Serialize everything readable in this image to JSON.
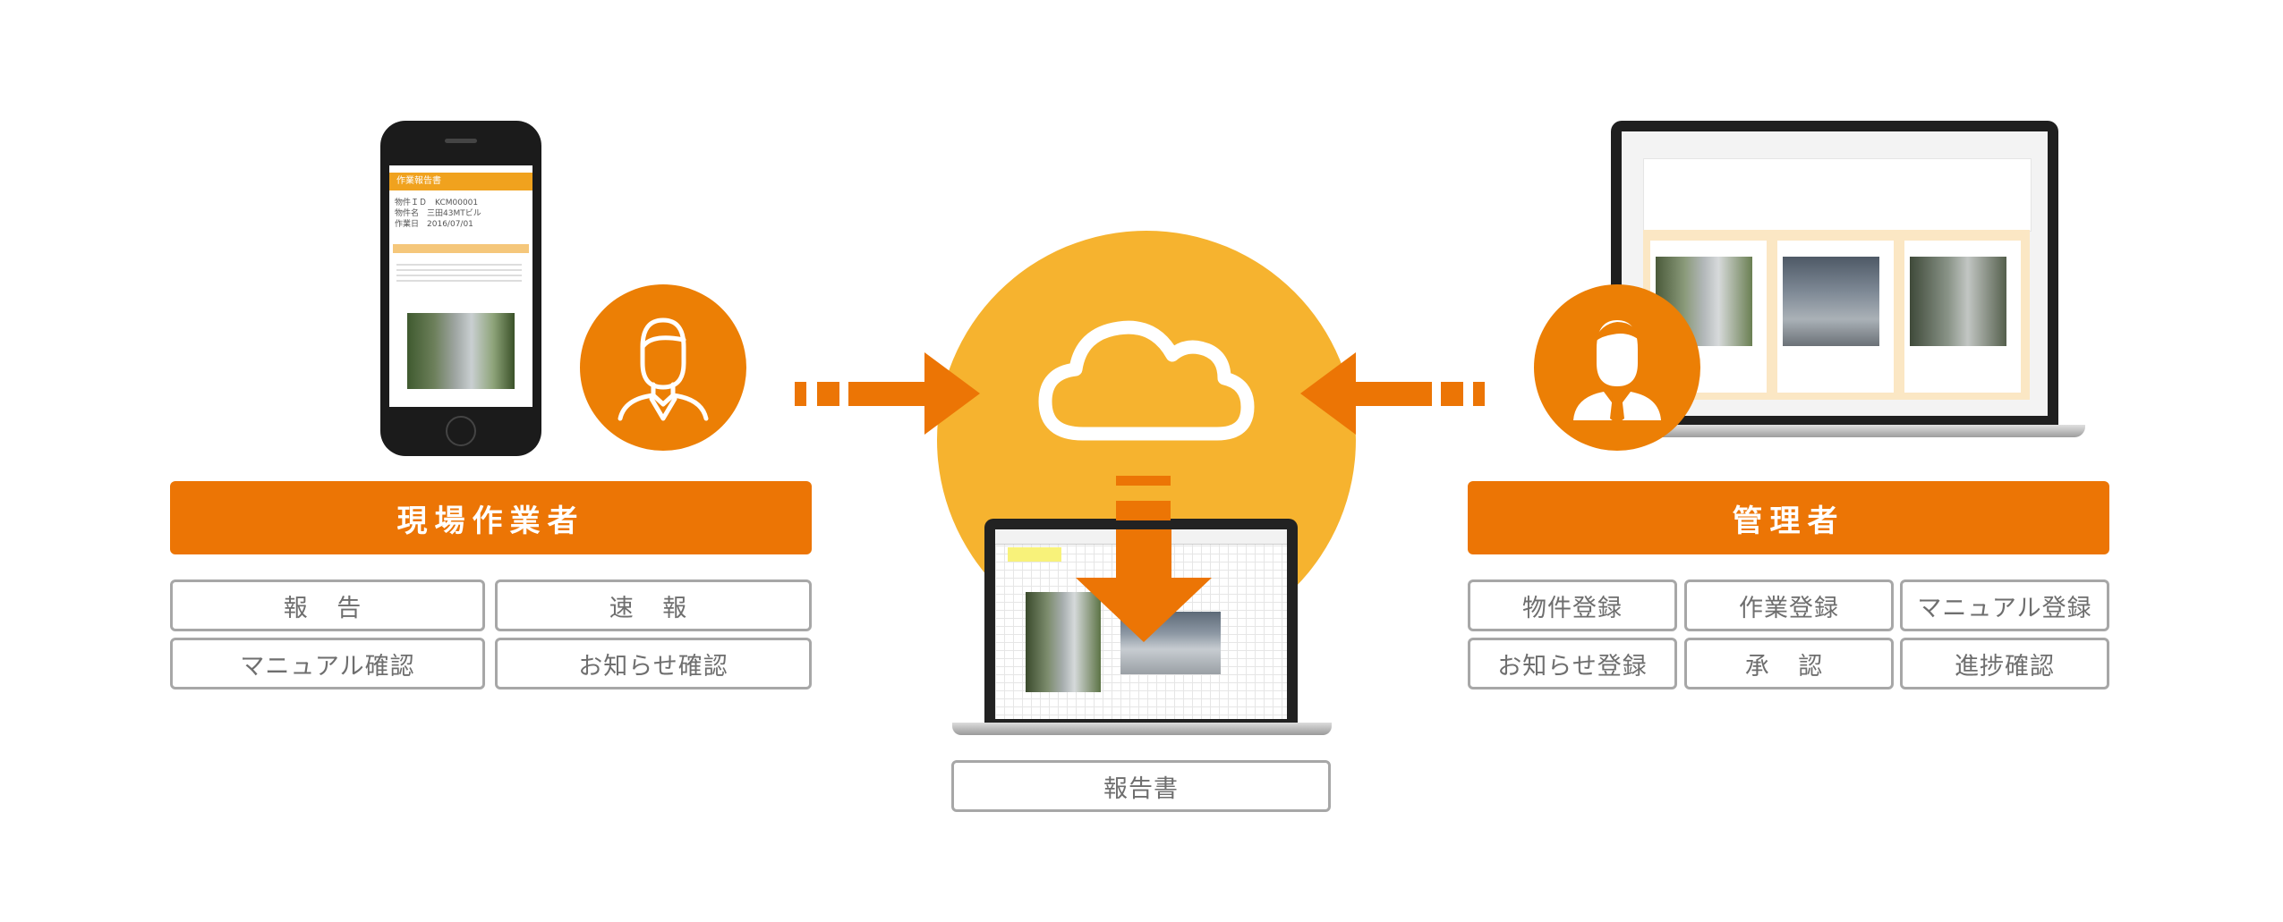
{
  "worker": {
    "title": "現場作業者",
    "actions": [
      "報 告",
      "速 報",
      "マニュアル確認",
      "お知らせ確認"
    ]
  },
  "manager": {
    "title": "管理者",
    "actions": [
      "物件登録",
      "作業登録",
      "マニュアル登録",
      "お知らせ登録",
      "承 認",
      "進捗確認"
    ]
  },
  "report": {
    "label": "報告書"
  },
  "phone": {
    "app_title": "作業報告書",
    "fields": [
      {
        "label": "物件ＩＤ",
        "value": "KCM00001"
      },
      {
        "label": "物件名",
        "value": "三田43MTビル"
      },
      {
        "label": "作業日",
        "value": "2016/07/01"
      }
    ]
  },
  "colors": {
    "accent": "#ec7505",
    "cloud_bg": "#f6b32f",
    "chip_border": "#a7a7a7"
  }
}
